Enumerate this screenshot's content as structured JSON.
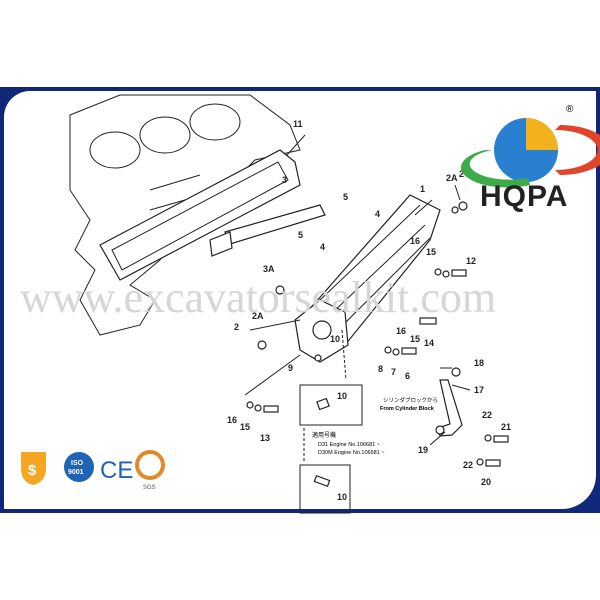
{
  "watermark": "www.excavatorsealkit.com",
  "logo": {
    "brand": "HQPA",
    "registered": "®"
  },
  "badges": {
    "price": "$",
    "iso_top": "ISO",
    "iso_bottom": "9001",
    "ce": "CE",
    "sgs": "SGS"
  },
  "diagram": {
    "callouts": [
      "11",
      "3",
      "5",
      "5",
      "4",
      "4",
      "1",
      "2A",
      "2",
      "3A",
      "2A",
      "2",
      "16",
      "15",
      "12",
      "10",
      "9",
      "16",
      "15",
      "14",
      "8",
      "7",
      "6",
      "18",
      "17",
      "16",
      "15",
      "13",
      "22",
      "21",
      "19",
      "22",
      "20",
      "10",
      "10"
    ],
    "applicable_header": "適用号機",
    "applicable_rows": [
      "D31   Engine No.106681 ~",
      "D30M Engine No.106681 ~"
    ],
    "from_block_jp": "シリンダブロックから",
    "from_block_en": "From Cylinder Block"
  },
  "colors": {
    "frame": "#10277a",
    "watermark": "#d6d6d6"
  }
}
